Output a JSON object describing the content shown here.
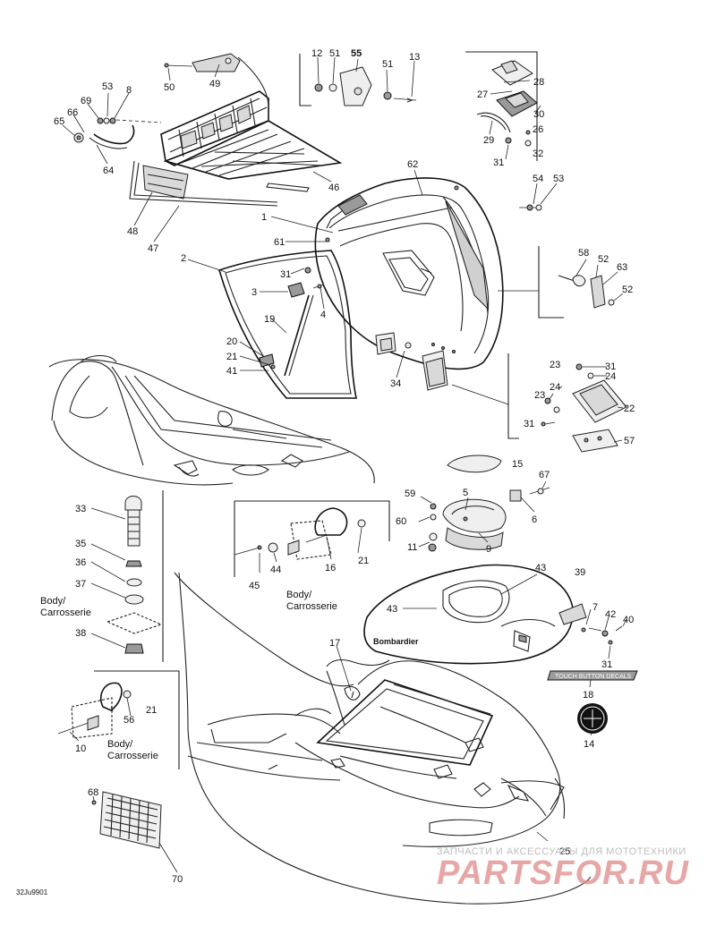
{
  "callouts": {
    "c1": "1",
    "c2": "2",
    "c3": "3",
    "c4": "4",
    "c5": "5",
    "c6": "6",
    "c7": "7",
    "c8": "8",
    "c9": "9",
    "c10": "10",
    "c11": "11",
    "c12": "12",
    "c13": "13",
    "c14": "14",
    "c15": "15",
    "c16": "16",
    "c17": "17",
    "c18": "18",
    "c19": "19",
    "c20": "20",
    "c21a": "21",
    "c21b": "21",
    "c21c": "21",
    "c22": "22",
    "c23a": "23",
    "c23b": "23",
    "c24a": "24",
    "c24b": "24",
    "c25": "25",
    "c26": "26",
    "c27": "27",
    "c28": "28",
    "c29": "29",
    "c30": "30",
    "c31a": "31",
    "c31b": "31",
    "c31c": "31",
    "c31d": "31",
    "c31e": "31",
    "c32": "32",
    "c33": "33",
    "c34": "34",
    "c35": "35",
    "c36": "36",
    "c37": "37",
    "c38": "38",
    "c39": "39",
    "c40": "40",
    "c41": "41",
    "c42": "42",
    "c43a": "43",
    "c43b": "43",
    "c44": "44",
    "c45": "45",
    "c46": "46",
    "c47": "47",
    "c48": "48",
    "c49": "49",
    "c50": "50",
    "c51a": "51",
    "c51b": "51",
    "c52a": "52",
    "c52b": "52",
    "c53a": "53",
    "c53b": "53",
    "c54": "54",
    "c55": "55",
    "c56": "56",
    "c57": "57",
    "c58": "58",
    "c59": "59",
    "c60": "60",
    "c61": "61",
    "c62": "62",
    "c63": "63",
    "c64": "64",
    "c65": "65",
    "c66": "66",
    "c67": "67",
    "c68": "68",
    "c69": "69",
    "c70": "70"
  },
  "labels": {
    "body_en": "Body/",
    "body_fr": "Carrosserie"
  },
  "decals": {
    "brand": "Bombardier",
    "model": "TOUCH BUTTON DECALS"
  },
  "footer": {
    "drawing_code": "32Ju9901"
  },
  "watermark": {
    "tagline": "ЗАПЧАСТИ И АКСЕССУАРЫ ДЛЯ МОТОТЕХНИКИ",
    "site": "PARTSFOR.RU"
  },
  "colors": {
    "line": "#222222",
    "watermark_red": "#d64545",
    "watermark_gray": "#bdbdbd"
  }
}
